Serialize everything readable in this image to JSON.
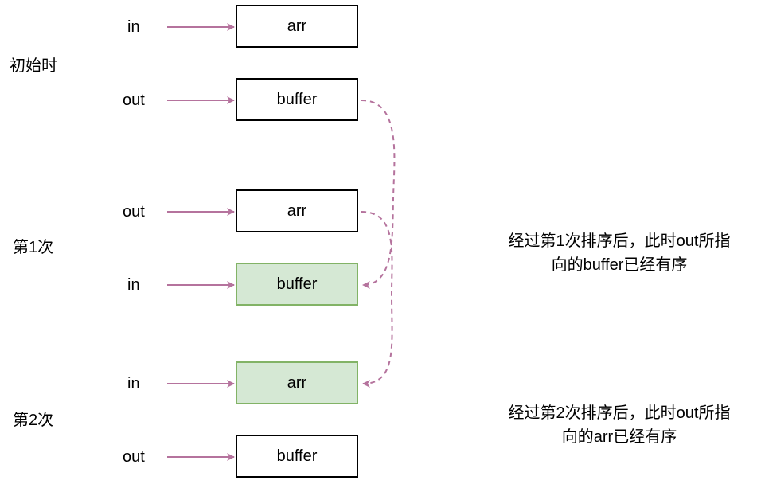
{
  "sections": {
    "initial": "初始时",
    "pass1": "第1次",
    "pass2": "第2次"
  },
  "rows": [
    {
      "pointer": "in",
      "box": "arr"
    },
    {
      "pointer": "out",
      "box": "buffer"
    },
    {
      "pointer": "out",
      "box": "arr"
    },
    {
      "pointer": "in",
      "box": "buffer",
      "sorted": true
    },
    {
      "pointer": "in",
      "box": "arr",
      "sorted": true
    },
    {
      "pointer": "out",
      "box": "buffer"
    }
  ],
  "notes": {
    "pass1_line1": "经过第1次排序后，此时out所指",
    "pass1_line2": "向的buffer已经有序",
    "pass2_line1": "经过第2次排序后，此时out所指",
    "pass2_line2": "向的arr已经有序"
  },
  "colors": {
    "arrow": "#b5739d",
    "sorted_fill": "#d5e8d4",
    "sorted_border": "#82b366"
  }
}
